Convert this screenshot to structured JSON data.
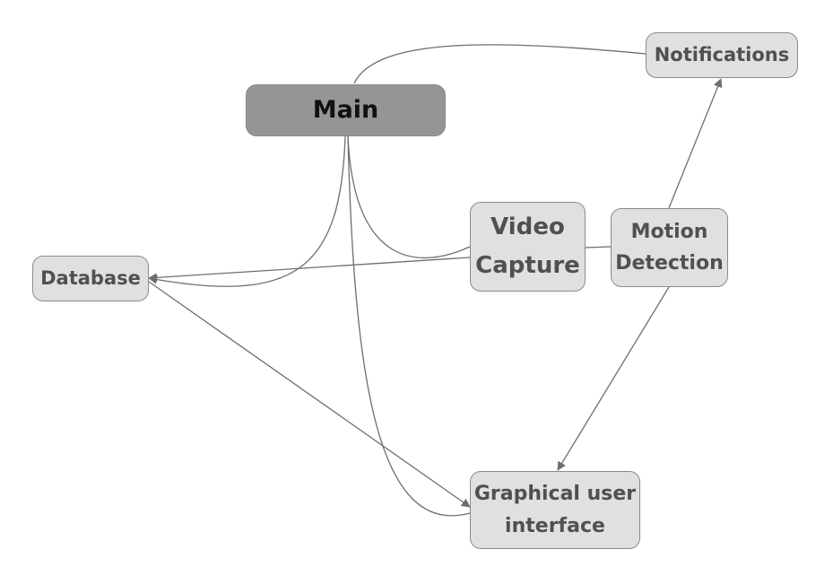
{
  "nodes": {
    "main": "Main",
    "notifications": "Notifications",
    "video_capture": "Video\nCapture",
    "motion_detection": "Motion\nDetection",
    "database": "Database",
    "gui": "Graphical user\ninterface"
  },
  "colors": {
    "node_fill": "#e0e0e0",
    "main_fill": "#959595",
    "border": "#8a8a8a",
    "edge": "#6e6e6e",
    "text": "#505050"
  }
}
